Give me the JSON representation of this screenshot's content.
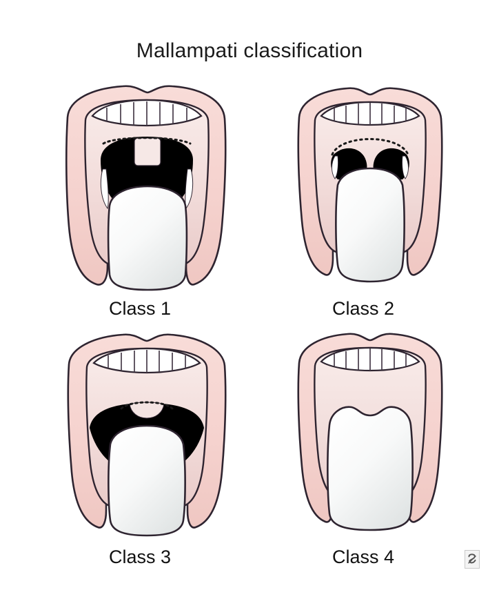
{
  "figure": {
    "title": "Mallampati classification",
    "background_color": "#ffffff",
    "title_color": "#1a1a1a"
  },
  "palette": {
    "lip_pink": "#f6d4d0",
    "lip_pink_dark": "#eec3be",
    "palate_pink_top": "#f7e6e4",
    "palate_pink_bottom": "#eccfcd",
    "pharynx_black": "#000000",
    "tongue_light": "#fdfdfd",
    "tongue_shadow": "#e3e6e6",
    "teeth_white": "#ffffff",
    "outline": "#2e2430",
    "uvula_pink": "#f3e2e0",
    "watermark_gray": "#f2f2f2"
  },
  "panels": [
    {
      "id": "class-1",
      "label": "Class 1",
      "visible_structures": "soft palate, uvula, fauces, anterior and posterior tonsillar pillars",
      "pharynx_opening": "full",
      "uvula_visible": true,
      "tonsillar_pillars_visible": true,
      "dotted_palate_arc": true,
      "tongue_coverage_percent": 0
    },
    {
      "id": "class-2",
      "label": "Class 2",
      "visible_structures": "soft palate, major part of uvula, fauces",
      "pharynx_opening": "two lateral lobes",
      "uvula_visible": true,
      "tonsillar_pillars_visible": true,
      "dotted_palate_arc": true,
      "tongue_coverage_percent": 35
    },
    {
      "id": "class-3",
      "label": "Class 3",
      "visible_structures": "soft palate, base of uvula only",
      "pharynx_opening": "thin crescent",
      "uvula_visible": true,
      "tonsillar_pillars_visible": false,
      "dotted_palate_arc": true,
      "tongue_coverage_percent": 75
    },
    {
      "id": "class-4",
      "label": "Class 4",
      "visible_structures": "hard palate only",
      "pharynx_opening": "none",
      "uvula_visible": false,
      "tonsillar_pillars_visible": false,
      "dotted_palate_arc": false,
      "tongue_coverage_percent": 100
    }
  ],
  "watermark": {
    "present": true,
    "glyph": "e"
  }
}
